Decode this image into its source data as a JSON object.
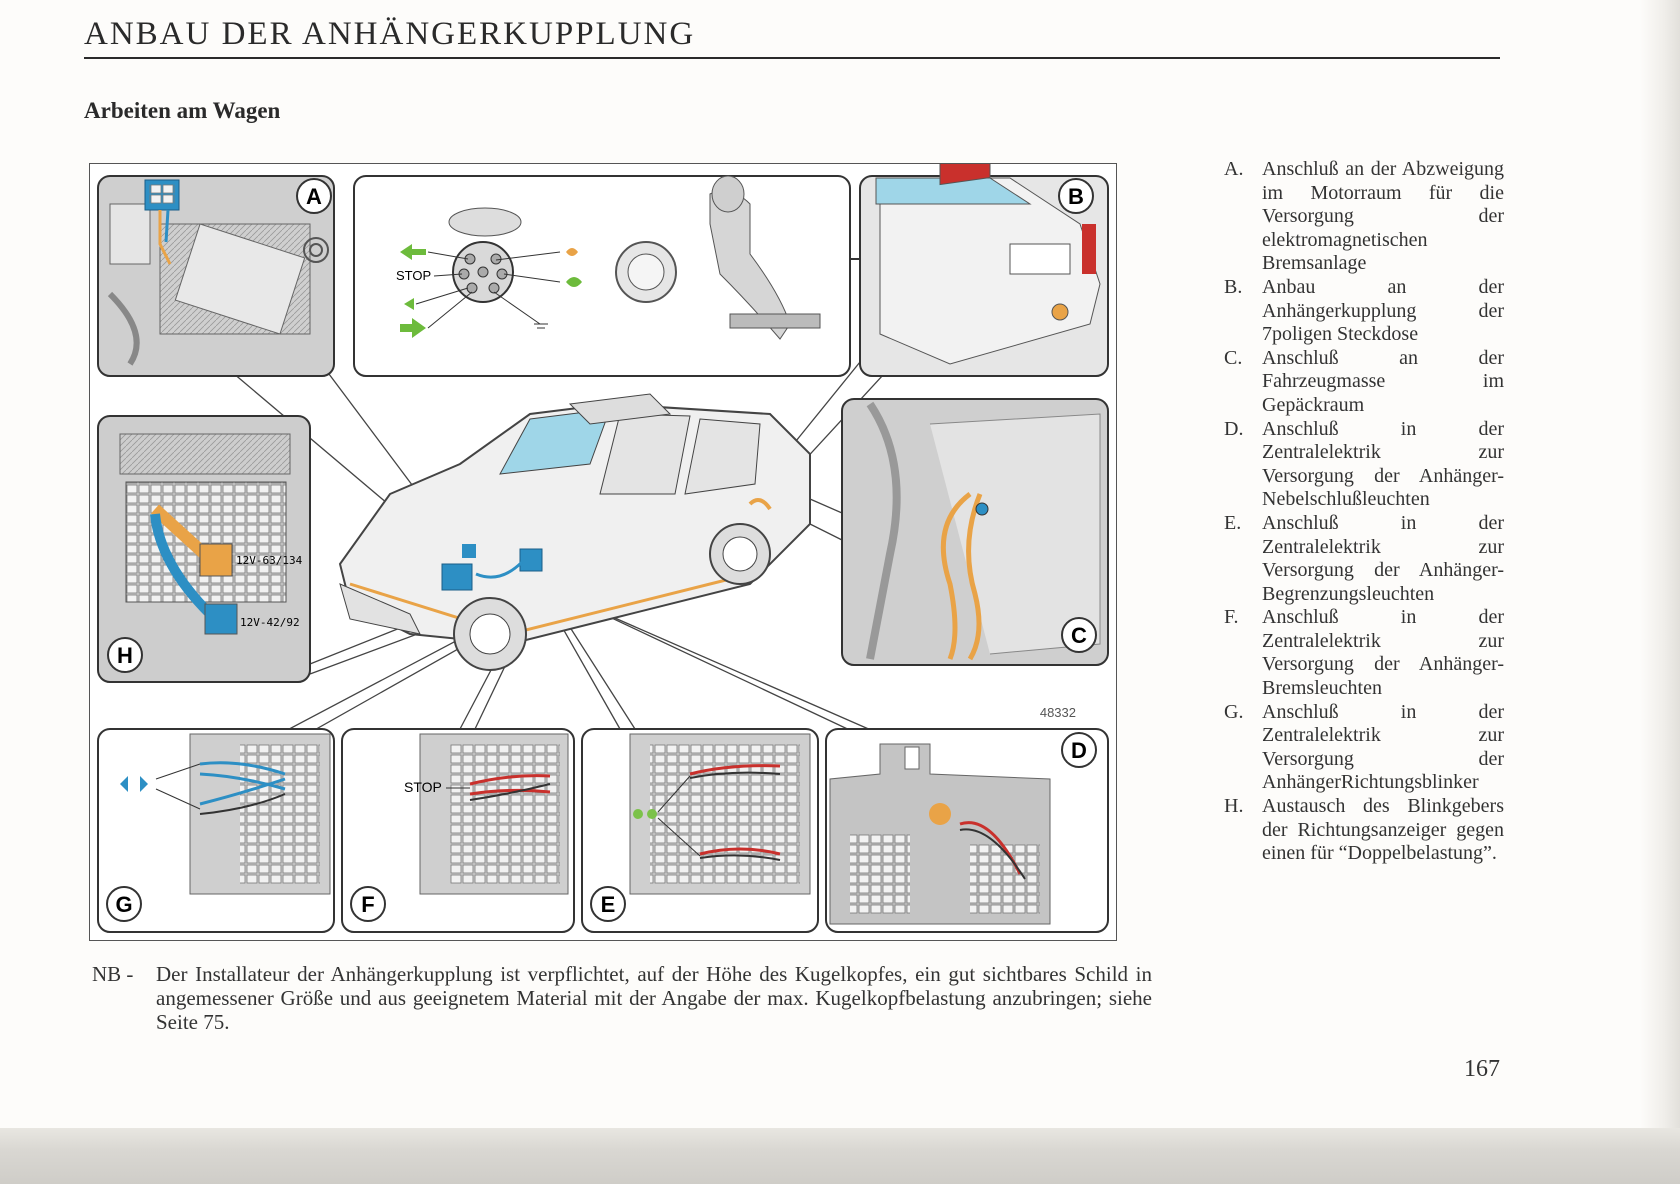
{
  "header": {
    "title": "ANBAU DER ANHÄNGERKUPPLUNG"
  },
  "section": {
    "title": "Arbeiten am Wagen"
  },
  "figure": {
    "callouts": {
      "a": "A",
      "b": "B",
      "c": "C",
      "d": "D",
      "e": "E",
      "f": "F",
      "g": "G",
      "h": "H"
    },
    "stop_label_socket": "STOP",
    "stop_label_fuse": "STOP",
    "relay_label_1": "12V-63/134",
    "relay_label_2": "12V-42/92",
    "figure_number": "48332"
  },
  "legend": [
    {
      "letter": "A.",
      "text": "Anschluß an der Abzweigung im Motorraum für die Versorgung der elektromagnetischen Bremsanlage"
    },
    {
      "letter": "B.",
      "text": "Anbau an der Anhängerkupplung der 7poligen Steckdose"
    },
    {
      "letter": "C.",
      "text": "Anschluß an der Fahrzeugmasse im Gepäckraum"
    },
    {
      "letter": "D.",
      "text": "Anschluß in der Zentralelektrik zur Versorgung der Anhänger-Nebelschlußleuchten"
    },
    {
      "letter": "E.",
      "text": "Anschluß in der Zentralelektrik zur Versorgung der Anhänger-Begrenzungsleuchten"
    },
    {
      "letter": "F.",
      "text": "Anschluß in der Zentralelektrik zur Versorgung der Anhänger-Bremsleuchten"
    },
    {
      "letter": "G.",
      "text": "Anschluß in der Zentralelektrik zur Versorgung der AnhängerRichtungsblinker"
    },
    {
      "letter": "H.",
      "text": "Austausch des Blinkgebers der Richtungsanzeiger gegen einen für “Doppelbelastung”."
    }
  ],
  "note": {
    "label": "NB -",
    "text": "Der Installateur der Anhängerkupplung ist verpflichtet, auf der Höhe des Kugelkopfes, ein gut sichtbares Schild in angemessener Größe und aus geeignetem Material mit der Angabe der max. Kugelkopfbelastung anzubringen; siehe Seite 75."
  },
  "page_number": "167",
  "colors": {
    "wire_blue": "#2d8fc4",
    "wire_orange": "#e9a347",
    "wire_red": "#c9302c",
    "light_green": "#7cc24a",
    "panel_gray": "#bdbdbd"
  }
}
